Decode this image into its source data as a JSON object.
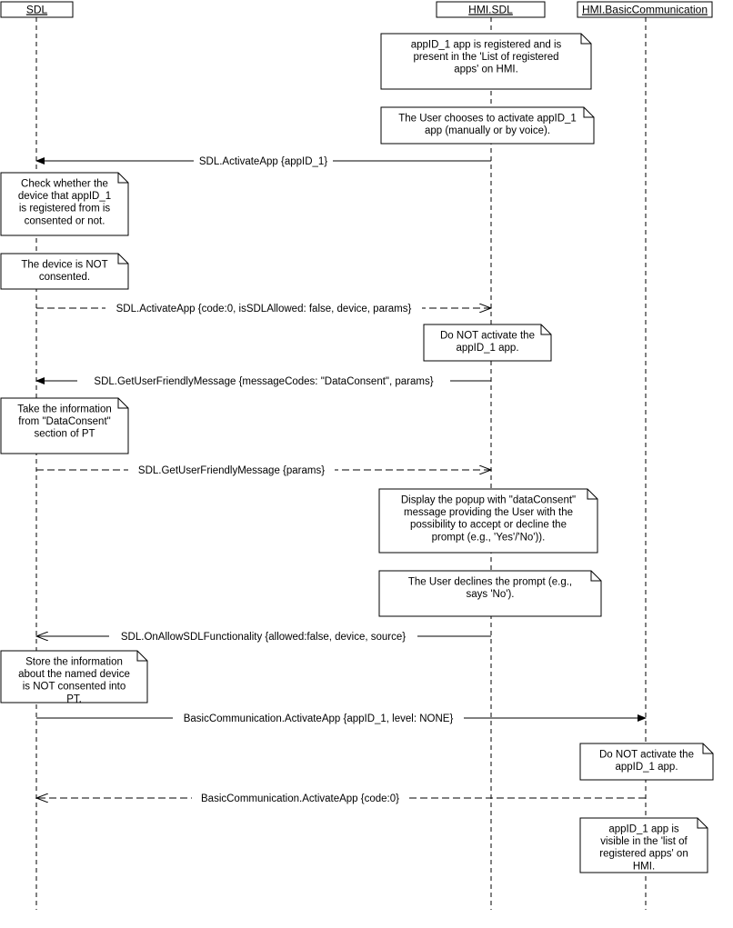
{
  "participants": [
    {
      "id": "sdl",
      "label": "SDL"
    },
    {
      "id": "hmi",
      "label": "HMI.SDL"
    },
    {
      "id": "bc",
      "label": "HMI.BasicCommunication"
    }
  ],
  "notes": [
    {
      "id": "n1",
      "lines": [
        "appID_1 app is registered and is",
        "present in the 'List of registered",
        "apps' on HMI."
      ]
    },
    {
      "id": "n2",
      "lines": [
        "The User chooses to activate appID_1",
        "app (manually or by voice)."
      ]
    },
    {
      "id": "n3",
      "lines": [
        "Check whether the",
        "device that appID_1",
        "is registered from is",
        "consented or not."
      ]
    },
    {
      "id": "n4",
      "lines": [
        "The device is NOT",
        "consented."
      ]
    },
    {
      "id": "n5",
      "lines": [
        "Do NOT activate the",
        "appID_1 app."
      ]
    },
    {
      "id": "n6",
      "lines": [
        "Take the information",
        "from \"DataConsent\"",
        "section of PT"
      ]
    },
    {
      "id": "n7",
      "lines": [
        "Display the popup with  \"dataConsent\"",
        "message providing the User with the",
        "possibility to accept or decline the",
        "prompt (e.g., 'Yes'/'No'))."
      ]
    },
    {
      "id": "n8",
      "lines": [
        "The User declines the prompt (e.g.,",
        "says 'No')."
      ]
    },
    {
      "id": "n9",
      "lines": [
        "Store the information",
        "about the named device",
        "is NOT consented into",
        "PT."
      ]
    },
    {
      "id": "n10",
      "lines": [
        "Do NOT activate the",
        "appID_1 app."
      ]
    },
    {
      "id": "n11",
      "lines": [
        "appID_1 app is",
        "visible in the 'list of",
        "registered apps' on",
        "HMI."
      ]
    }
  ],
  "messages": [
    {
      "id": "m1",
      "label": "SDL.ActivateApp {appID_1}",
      "from": "hmi",
      "to": "sdl",
      "kind": "call"
    },
    {
      "id": "m2",
      "label": "SDL.ActivateApp {code:0, isSDLAllowed: false, device, params}",
      "from": "sdl",
      "to": "hmi",
      "kind": "return"
    },
    {
      "id": "m3",
      "label": "SDL.GetUserFriendlyMessage {messageCodes: \"DataConsent\", params}",
      "from": "hmi",
      "to": "sdl",
      "kind": "call"
    },
    {
      "id": "m4",
      "label": "SDL.GetUserFriendlyMessage {params}",
      "from": "sdl",
      "to": "hmi",
      "kind": "return"
    },
    {
      "id": "m5",
      "label": "SDL.OnAllowSDLFunctionality {allowed:false, device, source}",
      "from": "hmi",
      "to": "sdl",
      "kind": "signal"
    },
    {
      "id": "m6",
      "label": "BasicCommunication.ActivateApp {appID_1, level: NONE}",
      "from": "sdl",
      "to": "bc",
      "kind": "call"
    },
    {
      "id": "m7",
      "label": "BasicCommunication.ActivateApp {code:0}",
      "from": "bc",
      "to": "sdl",
      "kind": "return"
    }
  ]
}
